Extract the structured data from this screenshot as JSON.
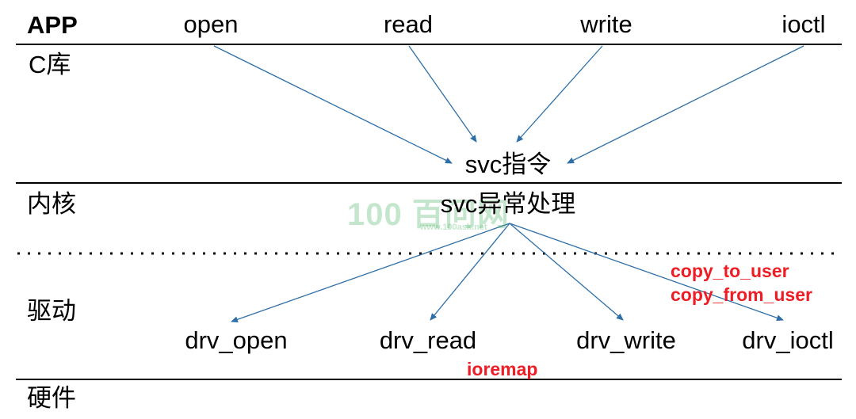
{
  "layers": {
    "app": "APP",
    "clib": "C库",
    "kernel": "内核",
    "driver": "驱动",
    "hardware": "硬件"
  },
  "app_calls": [
    "open",
    "read",
    "write",
    "ioctl"
  ],
  "svc_instruction": "svc指令",
  "svc_handler": "svc异常处理",
  "driver_funcs": [
    "drv_open",
    "drv_read",
    "drv_write",
    "drv_ioctl"
  ],
  "annotations": {
    "copy_to_user": "copy_to_user",
    "copy_from_user": "copy_from_user",
    "ioremap": "ioremap"
  },
  "watermark": {
    "logo": "100 百问网",
    "url": "www.100ask.net"
  },
  "colors": {
    "arrow": "#2e6fa7",
    "annotation": "#ee1c24",
    "watermark": "#2fa84f"
  }
}
